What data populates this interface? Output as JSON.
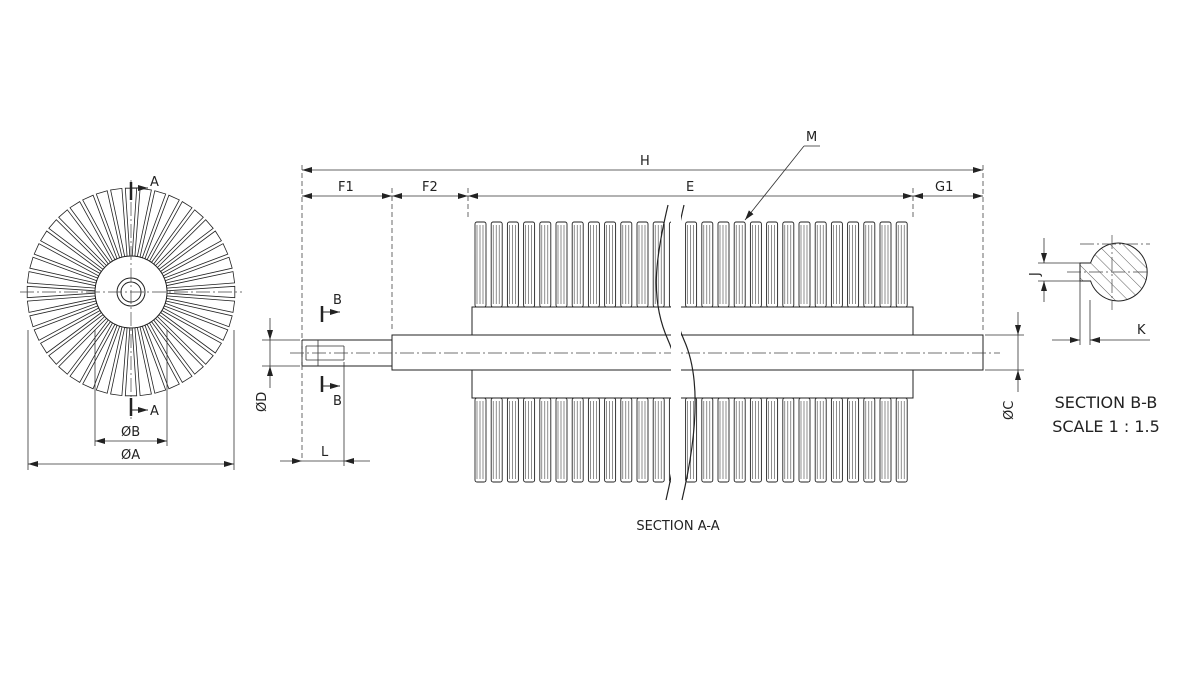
{
  "end_view": {
    "section_marks": [
      "A",
      "A"
    ],
    "dims": [
      "ØB",
      "ØA"
    ]
  },
  "main_view": {
    "dims": {
      "H": "H",
      "F1": "F1",
      "F2": "F2",
      "E": "E",
      "G1": "G1",
      "M": "M",
      "D": "ØD",
      "L": "L",
      "C": "ØC"
    },
    "section_marks": [
      "B",
      "B"
    ],
    "caption": "SECTION A-A"
  },
  "section_bb": {
    "dims": {
      "J": "J",
      "K": "K"
    },
    "caption": "SECTION B-B",
    "scale": "SCALE 1 : 1.5"
  }
}
